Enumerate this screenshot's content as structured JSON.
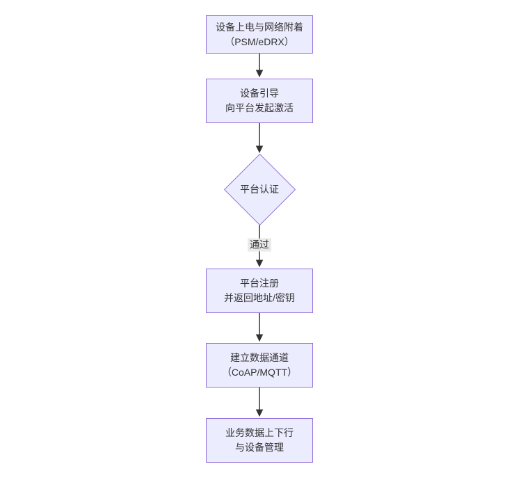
{
  "diagram": {
    "type": "flowchart",
    "direction": "top-down",
    "nodes": [
      {
        "id": "power_on",
        "shape": "rect",
        "lines": [
          "设备上电与网络附着",
          "（PSM/eDRX）"
        ]
      },
      {
        "id": "bootstrap",
        "shape": "rect",
        "lines": [
          "设备引导",
          "向平台发起激活"
        ]
      },
      {
        "id": "auth",
        "shape": "diamond",
        "lines": [
          "平台认证"
        ]
      },
      {
        "id": "register",
        "shape": "rect",
        "lines": [
          "平台注册",
          "并返回地址/密钥"
        ]
      },
      {
        "id": "channel",
        "shape": "rect",
        "lines": [
          "建立数据通道",
          "（CoAP/MQTT）"
        ]
      },
      {
        "id": "business",
        "shape": "rect",
        "lines": [
          "业务数据上下行",
          "与设备管理"
        ]
      }
    ],
    "edges": [
      {
        "from": "power_on",
        "to": "bootstrap",
        "label": ""
      },
      {
        "from": "bootstrap",
        "to": "auth",
        "label": ""
      },
      {
        "from": "auth",
        "to": "register",
        "label": "通过"
      },
      {
        "from": "register",
        "to": "channel",
        "label": ""
      },
      {
        "from": "channel",
        "to": "business",
        "label": ""
      }
    ],
    "colors": {
      "node_fill": "#ECECFF",
      "node_border": "#9370DB",
      "edge": "#333333",
      "edge_label_bg": "#e8e8e8",
      "text": "#333333"
    }
  }
}
